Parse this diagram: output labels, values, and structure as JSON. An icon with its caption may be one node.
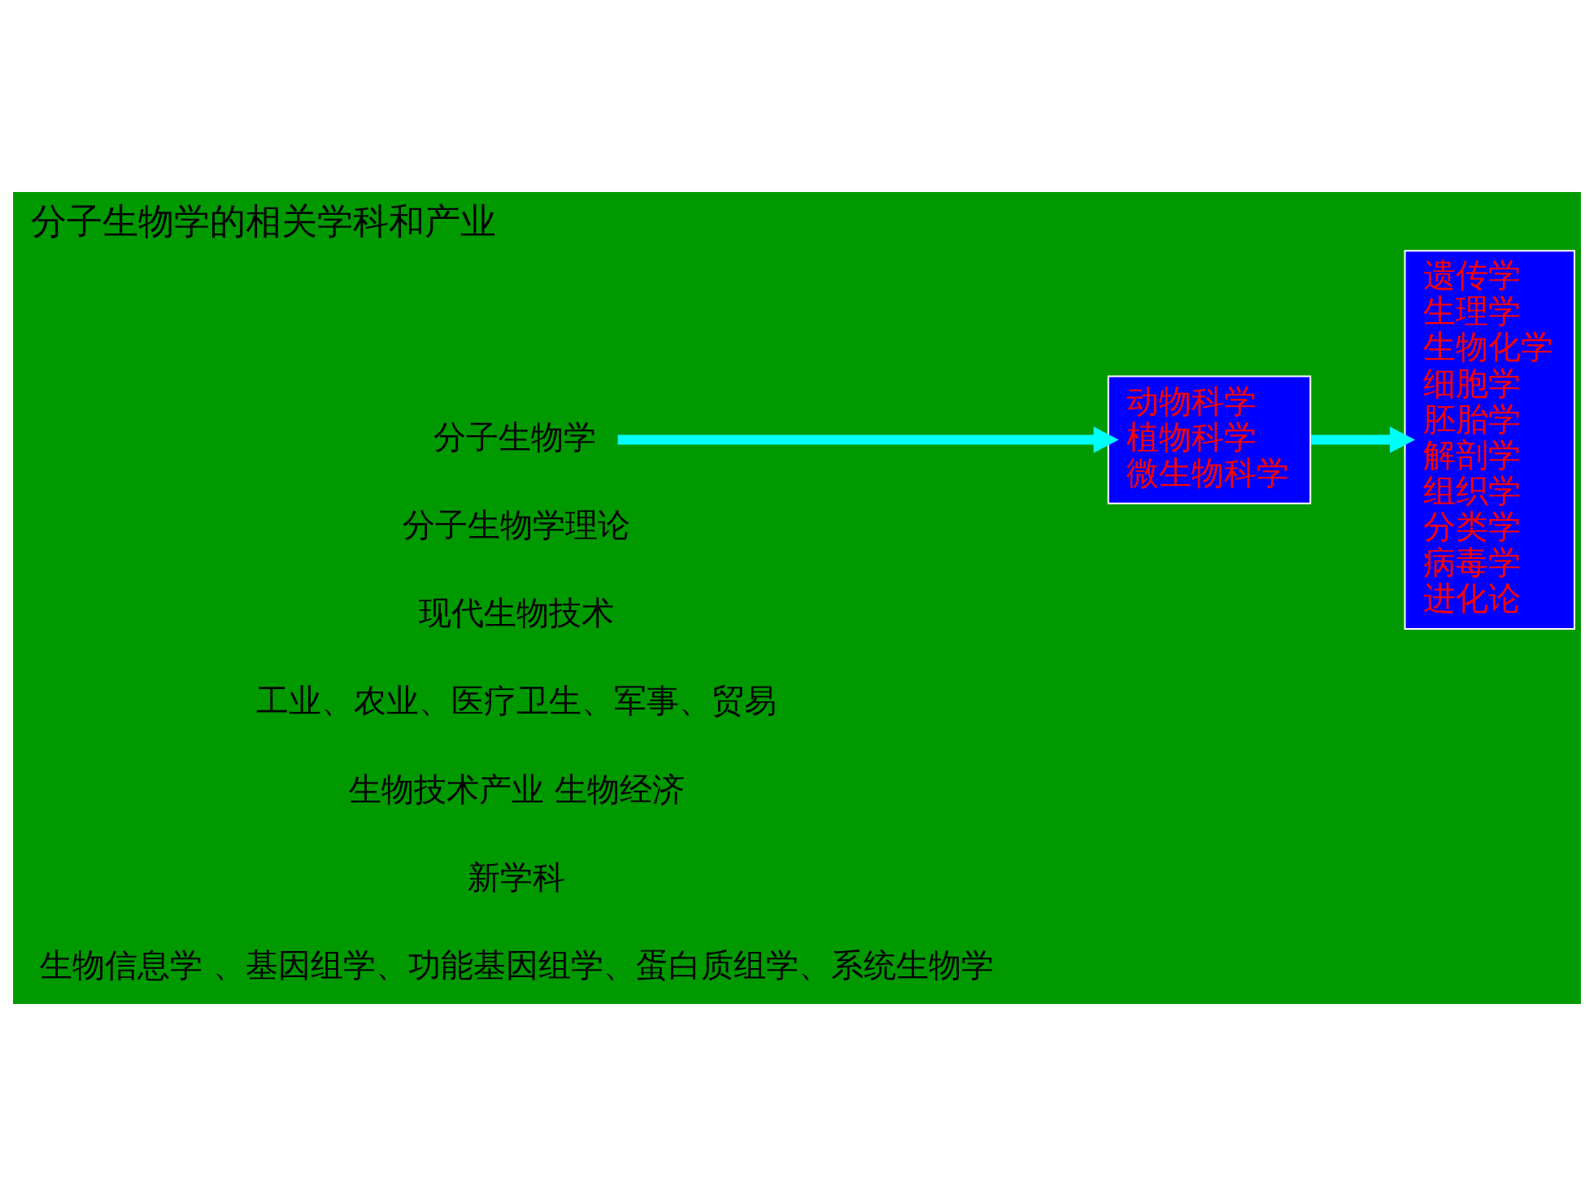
{
  "diagram": {
    "title": "分子生物学的相关学科和产业",
    "nodes": [
      {
        "text": [
          "分子生物学"
        ]
      },
      {
        "text": [
          "动物科学",
          "植物科学",
          "微生物科学"
        ]
      },
      {
        "text": [
          "遗传学",
          "生理学",
          "生物化学",
          "细胞学",
          "胚胎学",
          "解剖学",
          "组织学",
          "分类学",
          "病毒学",
          "进化论"
        ]
      }
    ],
    "edges": [
      {
        "from": 0,
        "to": 1,
        "arrow": "to"
      },
      {
        "from": 1,
        "to": 2,
        "arrow": "to"
      }
    ],
    "labels": [
      "分子生物学理论",
      "现代生物技术",
      "工业、农业、医疗卫生、军事、贸易",
      "生物技术产业 生物经济",
      "新学科",
      "生物信息学 、基因组学、功能基因组学、蛋白质组学、系统生物学"
    ]
  }
}
